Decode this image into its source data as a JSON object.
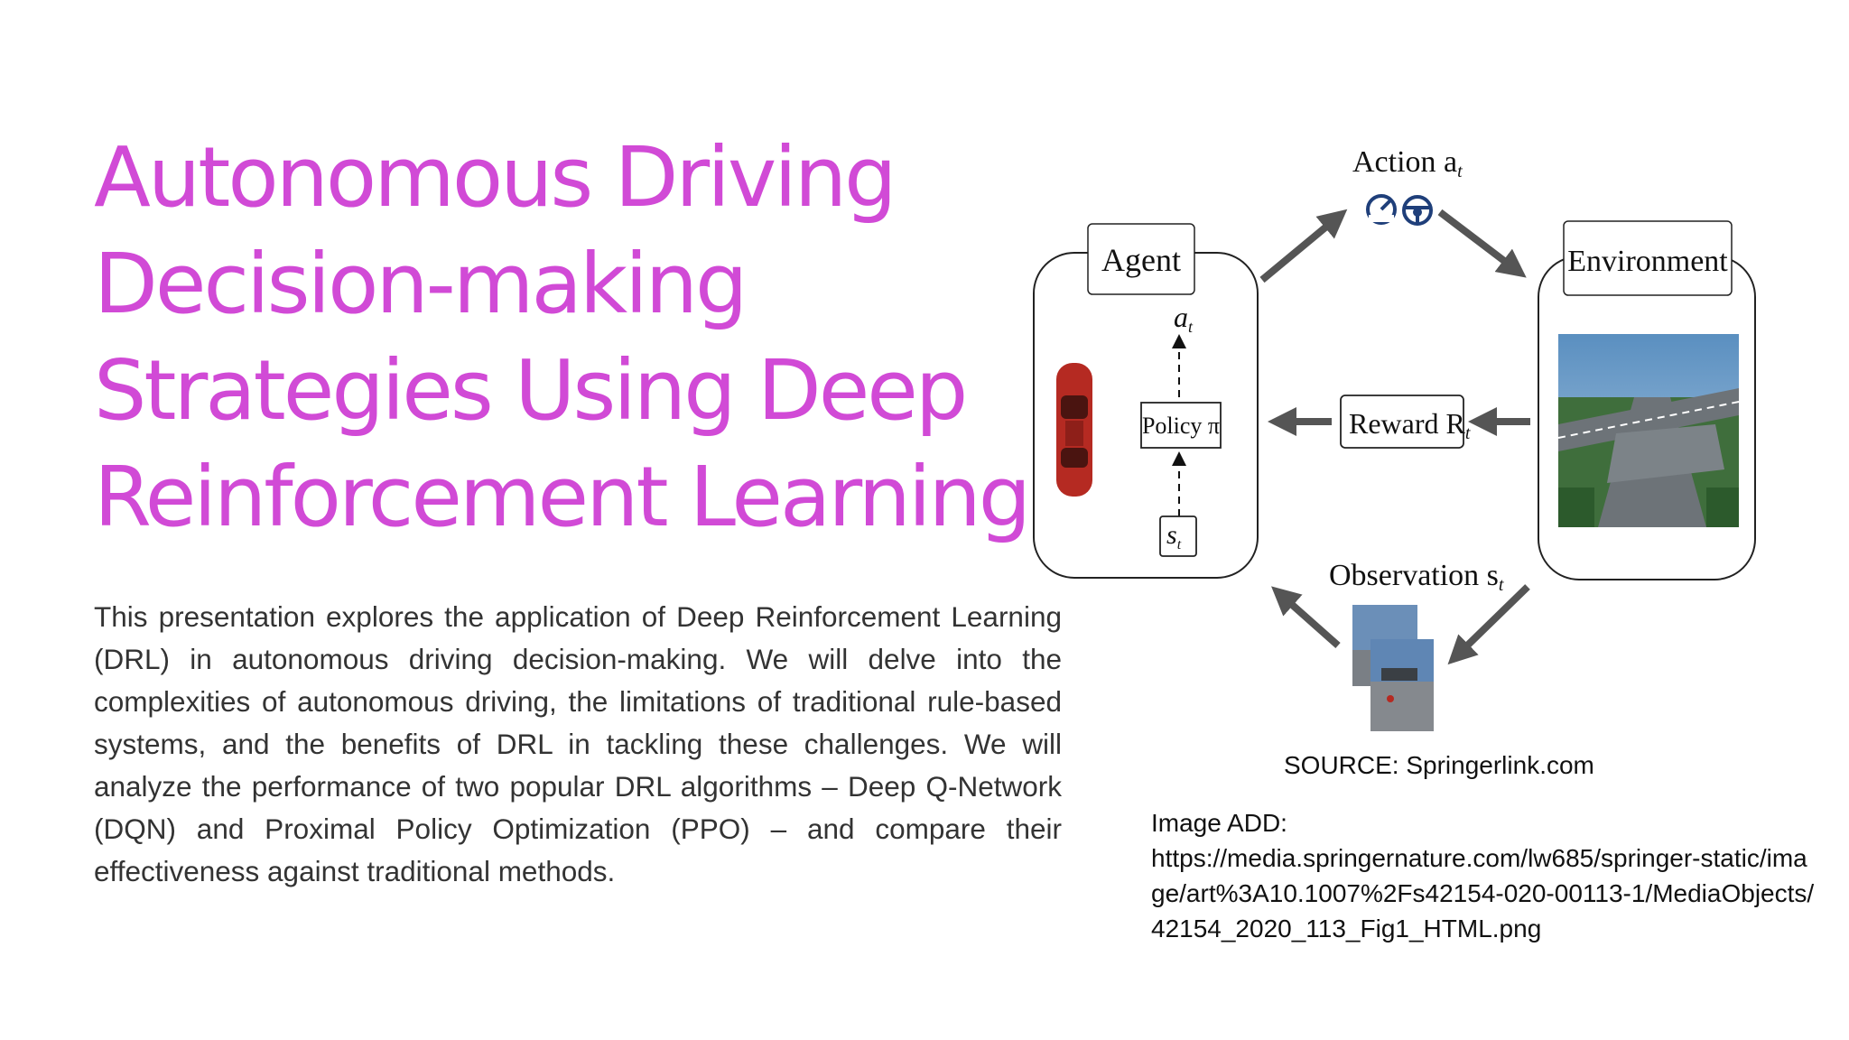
{
  "title_lines": [
    "Autonomous Driving",
    "Decision-making",
    "Strategies Using Deep",
    "Reinforcement Learning"
  ],
  "body": "This presentation explores the application of Deep Reinforcement Learning (DRL) in autonomous driving decision-making. We will delve into the complexities of autonomous driving, the limitations of traditional rule-based systems, and the benefits of DRL in tackling these challenges. We will analyze the performance of two popular DRL algorithms – Deep Q-Network (DQN) and Proximal Policy Optimization (PPO) – and compare their effectiveness against traditional methods.",
  "diagram": {
    "action_label": "Action a",
    "action_sub": "t",
    "agent_label": "Agent",
    "environment_label": "Environment",
    "policy_label": "Policy π",
    "reward_label": "Reward R",
    "reward_sub": "t",
    "observation_label": "Observation s",
    "observation_sub": "t",
    "a_label": "a",
    "a_sub": "t",
    "s_label": "s",
    "s_sub": "t"
  },
  "source": "SOURCE: Springerlink.com",
  "image_add": {
    "label": "Image  ADD:",
    "url_lines": [
      "https://media.springernature.com/lw685/springer-static/ima",
      "ge/art%3A10.1007%2Fs42154-020-00113-1/MediaObjects/",
      "42154_2020_113_Fig1_HTML.png"
    ]
  },
  "colors": {
    "title": "#d14ad6",
    "arrow": "#555555",
    "icon": "#1f3f7a",
    "car": "#b52a22"
  }
}
